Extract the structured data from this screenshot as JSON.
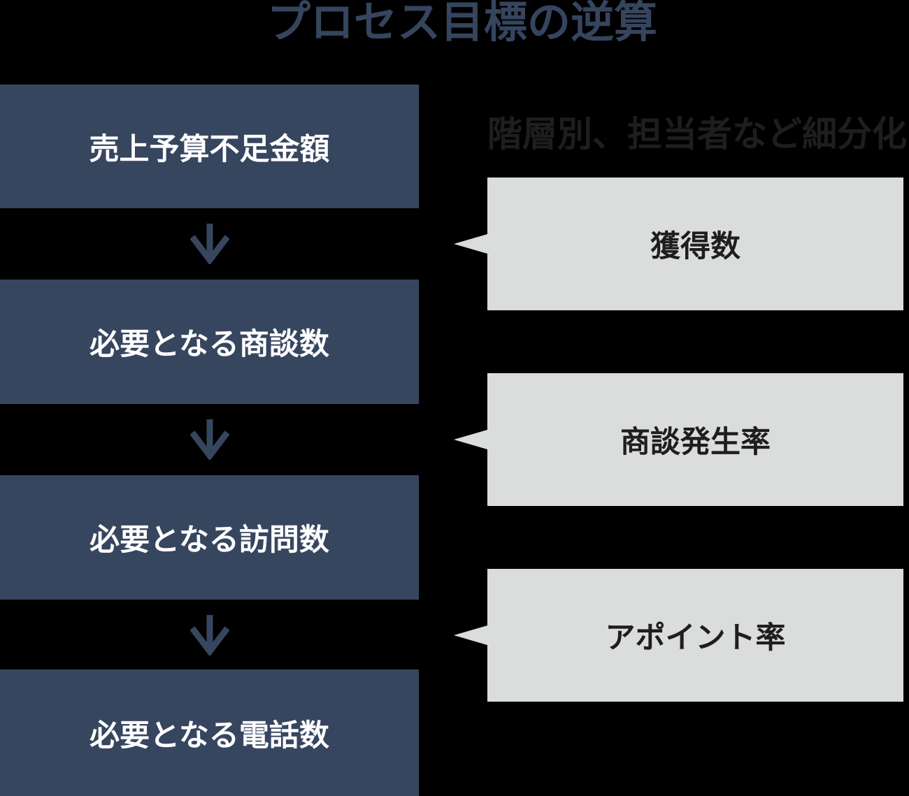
{
  "title": "プロセス目標の逆算",
  "annotation_header": "階層別、担当者など細分化",
  "flow": {
    "steps": [
      {
        "label": "売上予算不足金額"
      },
      {
        "label": "必要となる商談数"
      },
      {
        "label": "必要となる訪問数"
      },
      {
        "label": "必要となる電話数"
      }
    ]
  },
  "callouts": [
    {
      "label": "獲得数"
    },
    {
      "label": "商談発生率"
    },
    {
      "label": "アポイント率"
    }
  ],
  "icons": {
    "down_arrow": "↓",
    "left_pointer": "◄"
  },
  "colors": {
    "background": "#000000",
    "step_box": "#37465F",
    "step_text": "#FFFFFF",
    "title_text": "#36455E",
    "arrow": "#37465F",
    "callout_box": "#DBDDDC",
    "callout_text": "#1E1E1E",
    "annotation_text": "#1E1E1E"
  }
}
